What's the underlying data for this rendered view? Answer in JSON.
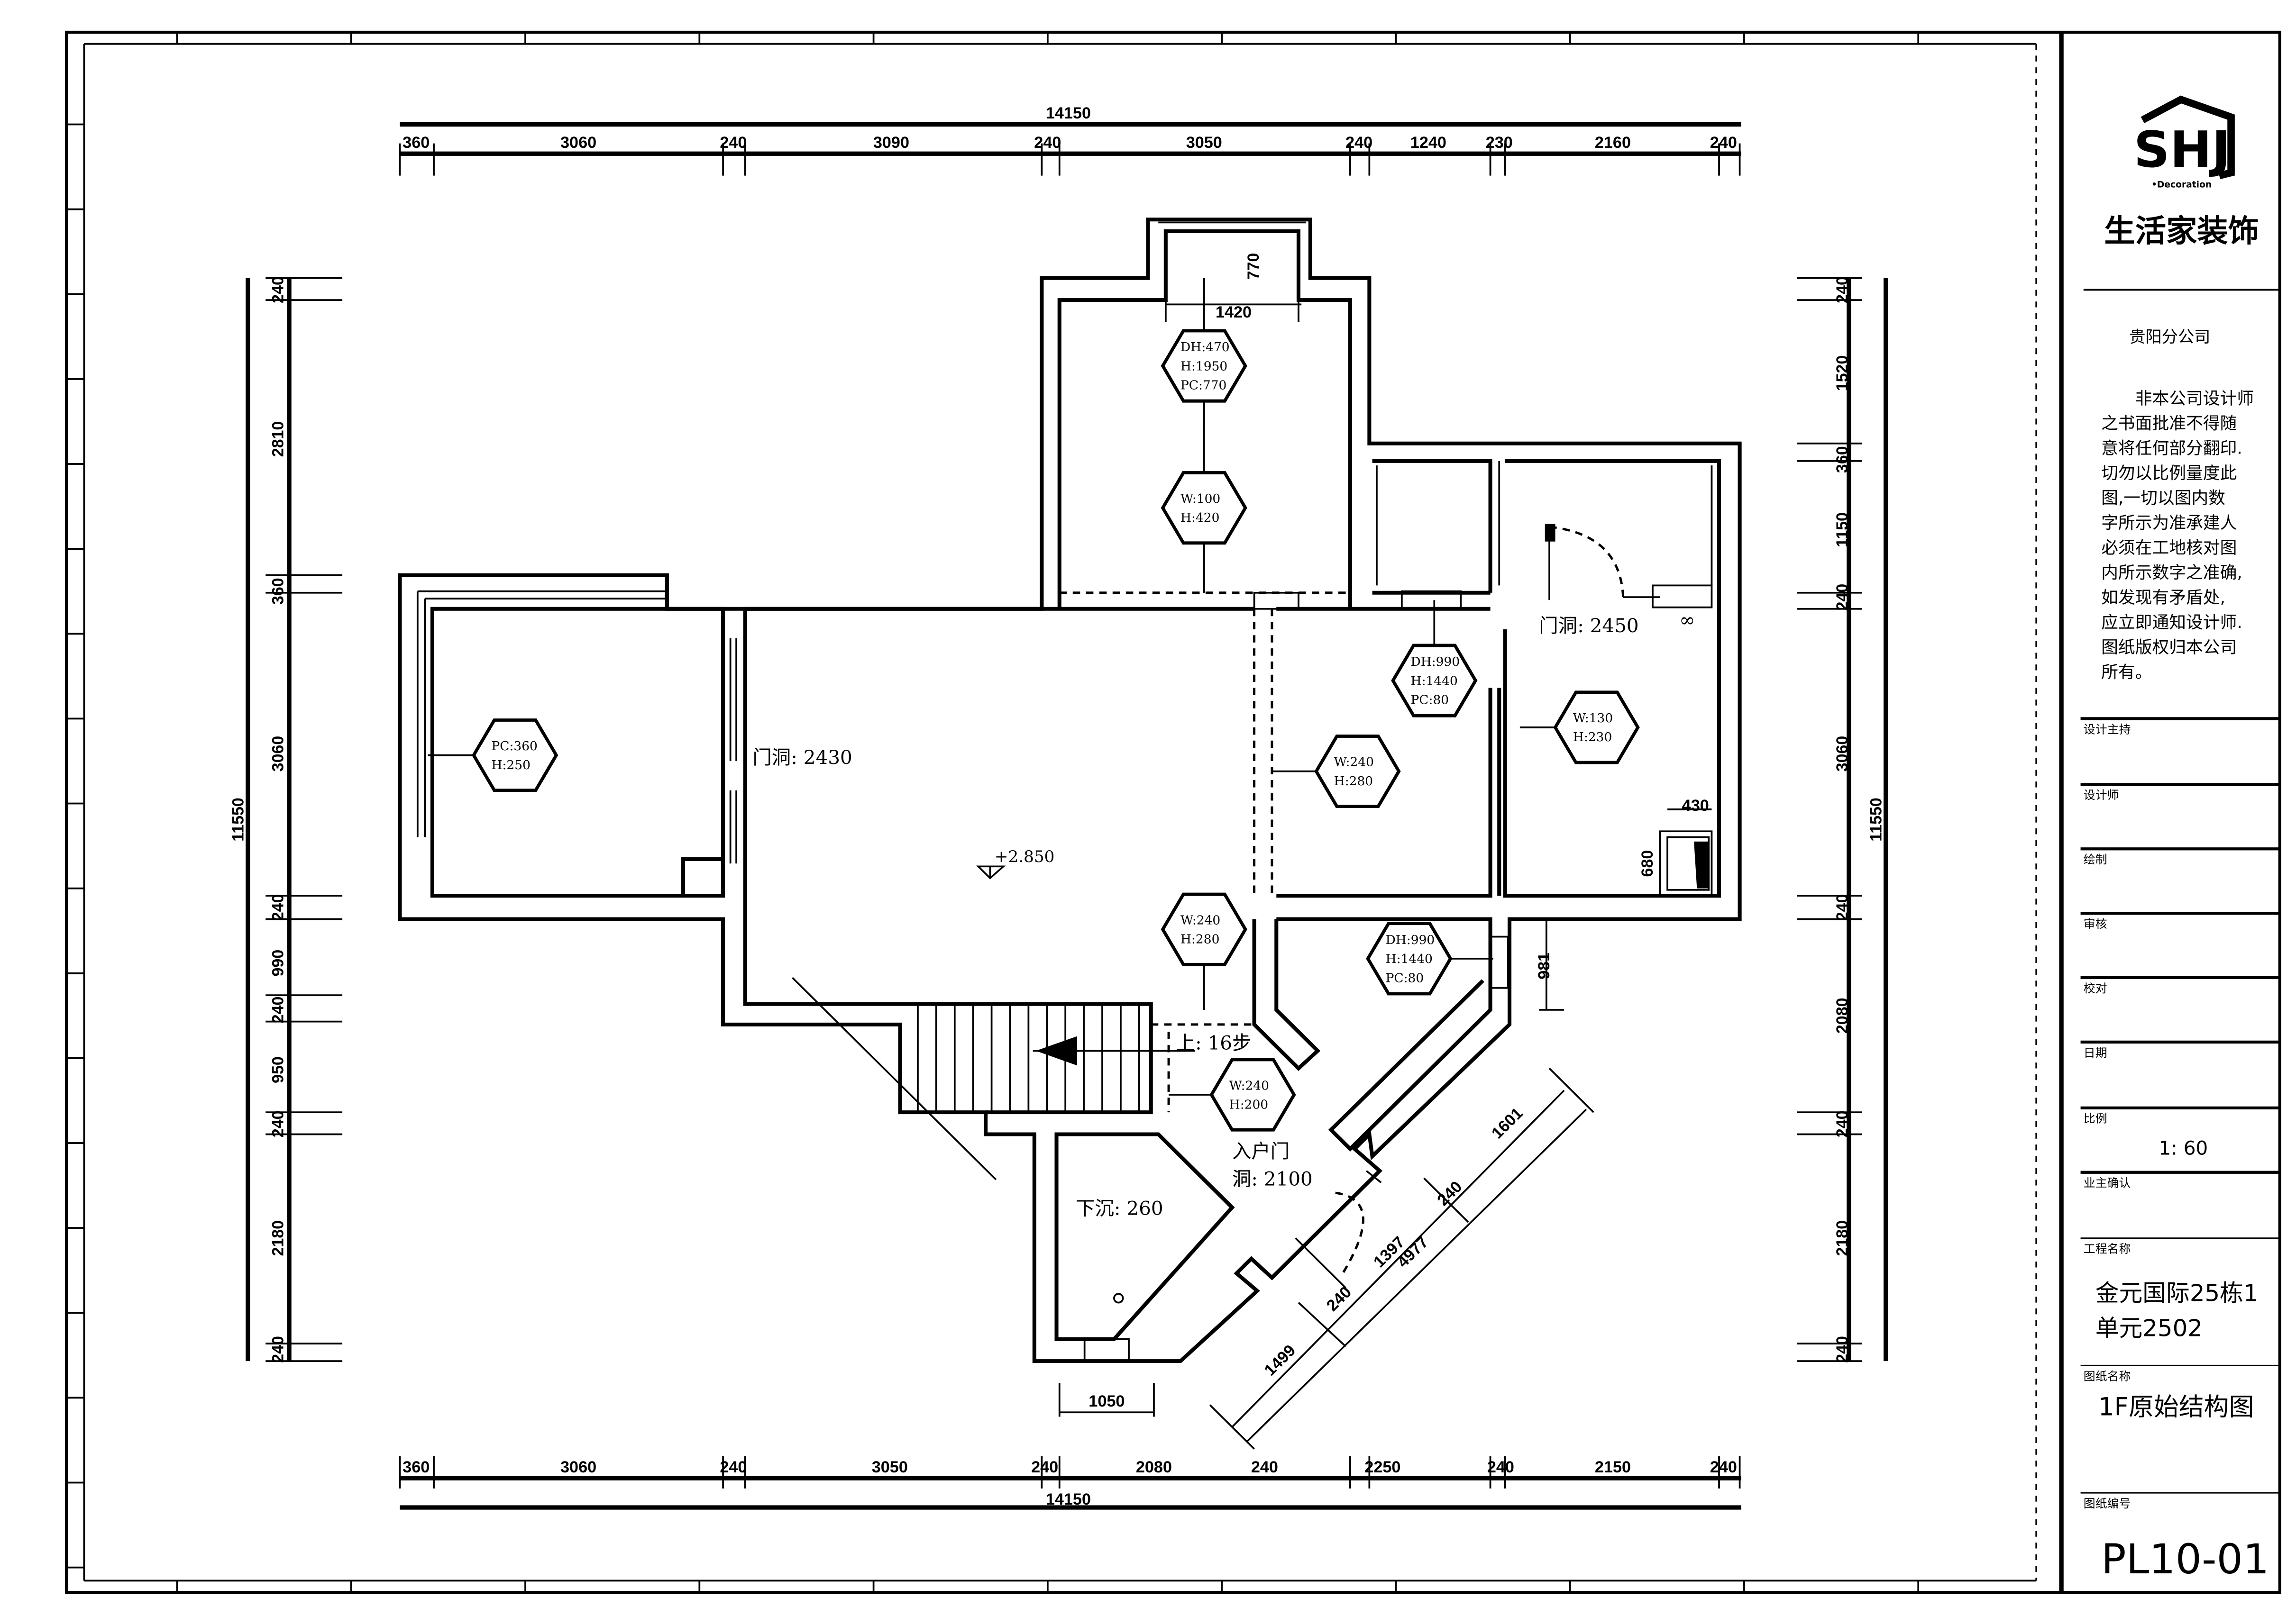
{
  "title_block": {
    "logo_mark": "SHJ",
    "logo_tagline": "•Decoration",
    "company_name": "生活家装饰",
    "branch": "贵阳分公司",
    "notice_lines": [
      "　　非本公司设计师",
      "之书面批准不得随",
      "意将任何部分翻印.",
      "切勿以比例量度此",
      "图,一切以图内数",
      "字所示为准承建人",
      "必须在工地核对图",
      "内所示数字之准确,",
      "如发现有矛盾处,",
      "应立即通知设计师.",
      "图纸版权归本公司",
      "所有。"
    ],
    "fields": {
      "design_lead": "设计主持",
      "designer": "设计师",
      "drafter": "绘制",
      "reviewer": "审核",
      "checker": "校对",
      "date": "日期",
      "scale_label": "比例",
      "scale_value": "1: 60",
      "owner_confirm": "业主确认",
      "project_name_label": "工程名称",
      "project_name_line1": "金元国际25栋1",
      "project_name_line2": "单元2502",
      "drawing_name_label": "图纸名称",
      "drawing_name": "1F原始结构图",
      "drawing_number_label": "图纸编号",
      "drawing_number": "PL10-01"
    }
  },
  "dimensions": {
    "top_total": "14150",
    "top": [
      "360",
      "3060",
      "240",
      "3090",
      "240",
      "3050",
      "240",
      "1240",
      "230",
      "2160",
      "240"
    ],
    "bottom_total": "14150",
    "bottom": [
      "360",
      "3060",
      "240",
      "3050",
      "240",
      "2080",
      "240",
      "2250",
      "240",
      "2150",
      "240"
    ],
    "left_total": "11550",
    "left": [
      "240",
      "2810",
      "360",
      "3060",
      "240",
      "990",
      "240",
      "950",
      "240",
      "2180",
      "240"
    ],
    "right_total": "11550",
    "right": [
      "240",
      "1520",
      "360",
      "1150",
      "240",
      "3060",
      "240",
      "2080",
      "240",
      "2180",
      "240"
    ],
    "local": [
      "770",
      "1420",
      "430",
      "680",
      "981",
      "1050"
    ],
    "diagonal": [
      "1601",
      "240",
      "1397",
      "4977",
      "240",
      "1499"
    ]
  },
  "hexagons": [
    {
      "lines": [
        "DH:470",
        "H:1950",
        "PC:770"
      ]
    },
    {
      "lines": [
        "W:100",
        "H:420"
      ]
    },
    {
      "lines": [
        "PC:360",
        "H:250"
      ]
    },
    {
      "lines": [
        "DH:990",
        "H:1440",
        "PC:80"
      ]
    },
    {
      "lines": [
        "W:130",
        "H:230"
      ]
    },
    {
      "lines": [
        "W:240",
        "H:280"
      ]
    },
    {
      "lines": [
        "W:240",
        "H:280"
      ]
    },
    {
      "lines": [
        "DH:990",
        "H:1440",
        "PC:80"
      ]
    },
    {
      "lines": [
        "W:240",
        "H:200"
      ]
    }
  ],
  "annotations": {
    "door_opening_living": "门洞: 2430",
    "floor_level": "+2.850",
    "door_opening_bedroom": "门洞: 2450",
    "stairs": "上: 16步",
    "entry_door_line1": "入户门",
    "entry_door_line2": "洞: 2100",
    "sunken": "下沉: 260"
  }
}
